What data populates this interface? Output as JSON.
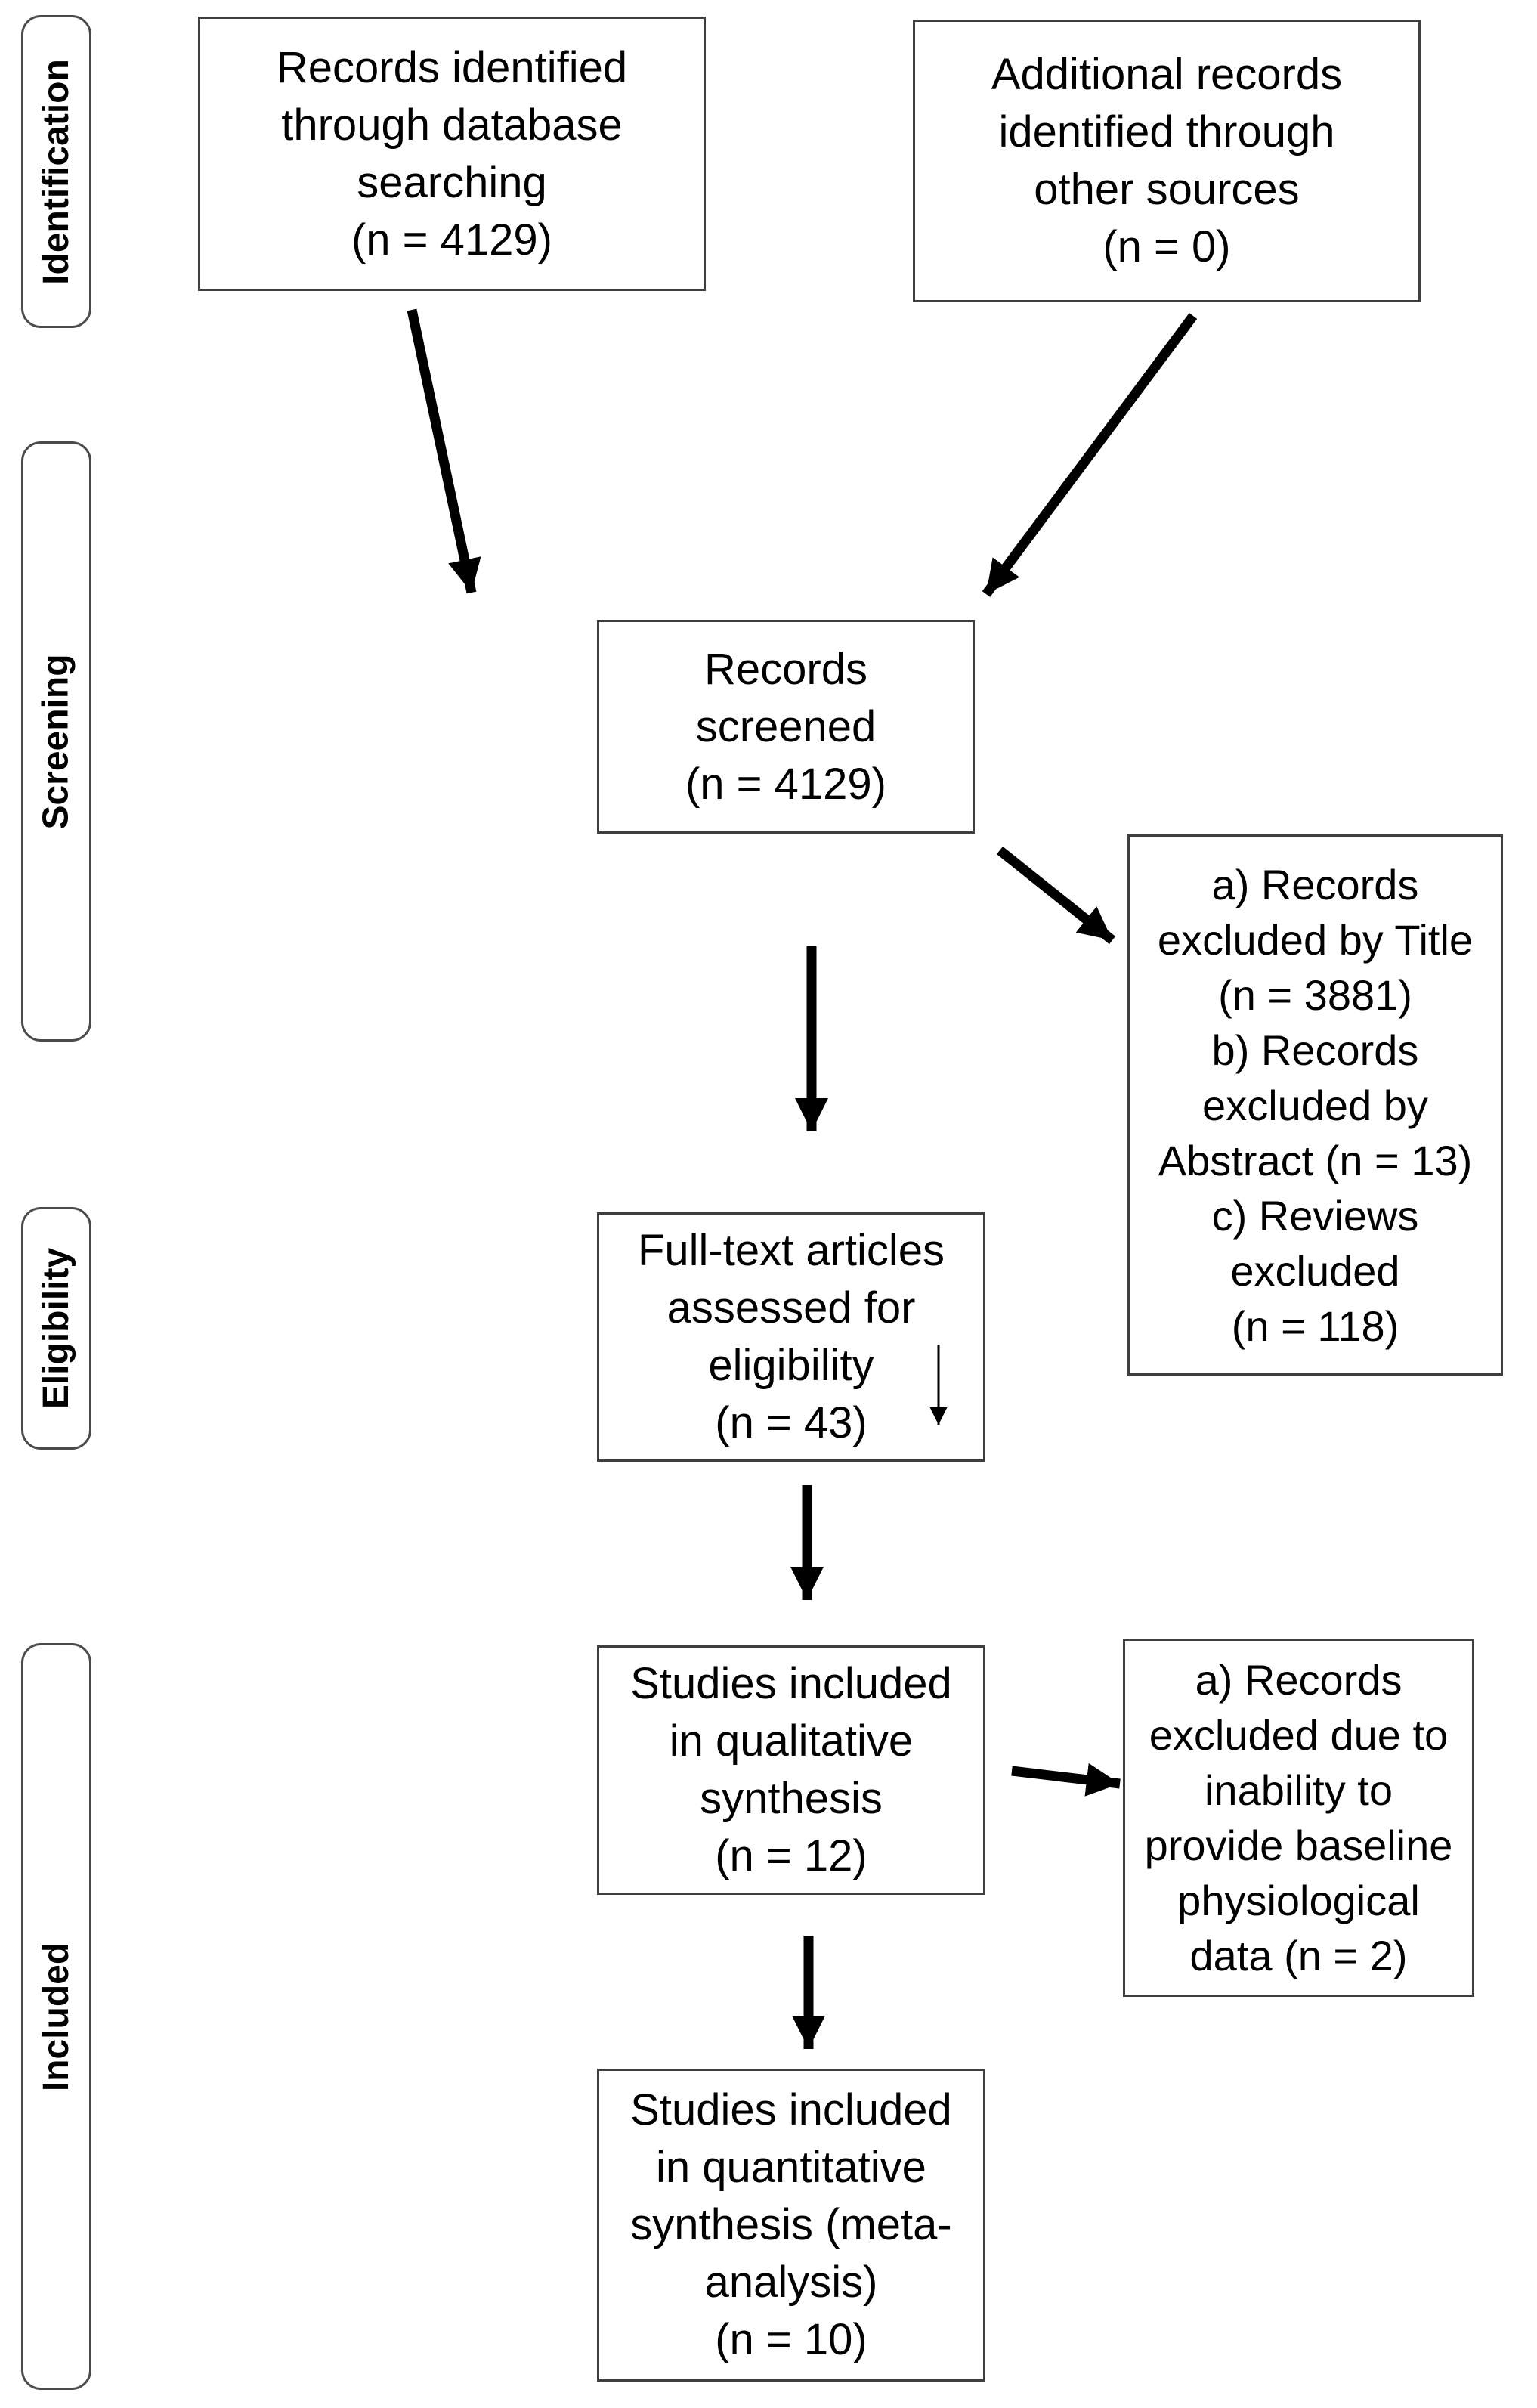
{
  "stages": [
    {
      "label": "Identification"
    },
    {
      "label": "Screening"
    },
    {
      "label": "Eligibility"
    },
    {
      "label": "Included"
    }
  ],
  "boxes": {
    "records_identified": "Records identified\nthrough database\nsearching\n(n = 4129)",
    "additional_records": "Additional records\nidentified through\nother sources\n(n = 0)",
    "records_screened": "Records\nscreened\n(n = 4129)",
    "records_excluded_screening": "a) Records\nexcluded by Title\n(n = 3881)\nb) Records\nexcluded by\nAbstract (n = 13)\nc) Reviews\nexcluded\n(n = 118)",
    "full_text_assessed": "Full-text articles\nassessed for\neligibility\n(n = 43)",
    "qualitative_synthesis": "Studies included\nin qualitative\nsynthesis\n(n = 12)",
    "records_excluded_eligibility": "a) Records\nexcluded due to\ninability to\nprovide baseline\nphysiological\ndata (n = 2)",
    "quantitative_synthesis": "Studies included\nin quantitative\nsynthesis (meta-\nanalysis)\n(n = 10)"
  },
  "colors": {
    "box_border": "#3f3f3f",
    "stage_border": "#4a4a4a",
    "arrow": "#000000",
    "text": "#000000",
    "background": "#ffffff"
  }
}
